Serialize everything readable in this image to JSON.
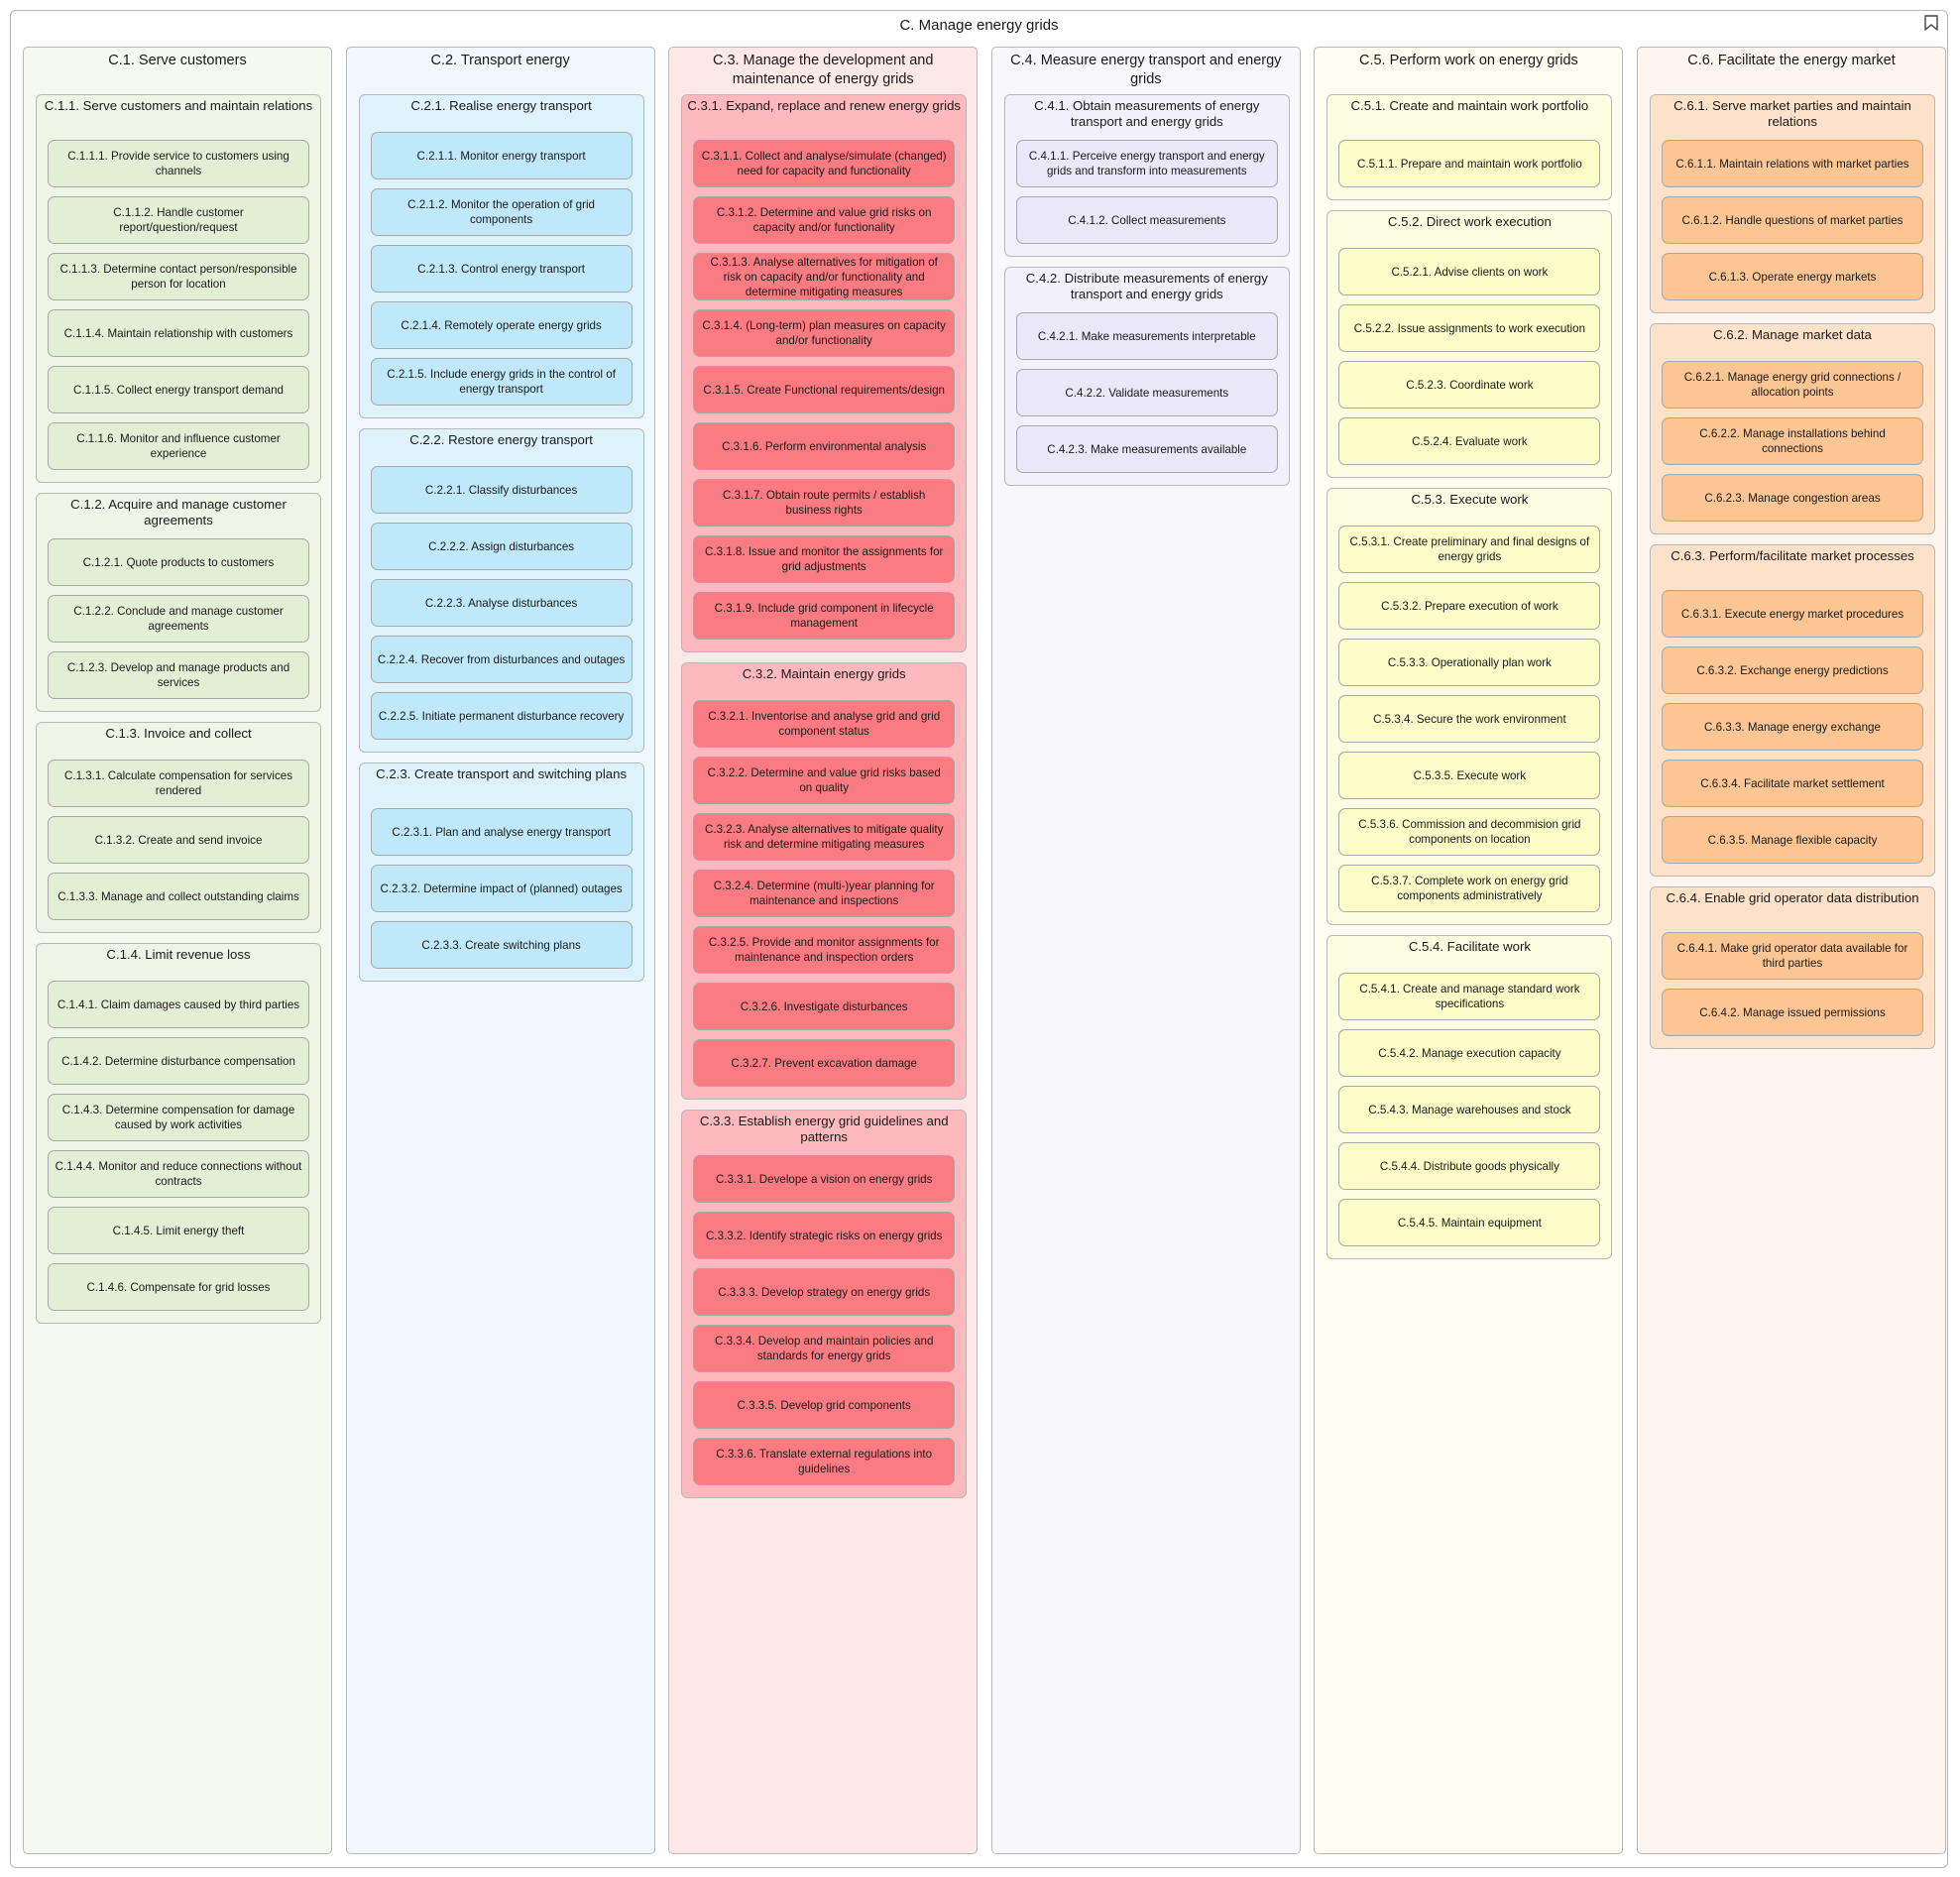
{
  "diagram": {
    "title": "C. Manage energy grids",
    "columns": [
      {
        "title": "C.1. Serve customers",
        "theme": "green",
        "groups": [
          {
            "title": "C.1.1. Serve customers and maintain relations",
            "items": [
              "C.1.1.1. Provide service to customers using channels",
              "C.1.1.2. Handle customer report/question/request",
              "C.1.1.3. Determine contact person/responsible person for location",
              "C.1.1.4. Maintain relationship with customers",
              "C.1.1.5. Collect energy transport demand",
              "C.1.1.6. Monitor and influence customer experience"
            ]
          },
          {
            "title": "C.1.2. Acquire and manage customer agreements",
            "items": [
              "C.1.2.1. Quote products to customers",
              "C.1.2.2. Conclude and manage customer agreements",
              "C.1.2.3. Develop and manage products and services"
            ]
          },
          {
            "title": "C.1.3. Invoice and collect",
            "items": [
              "C.1.3.1. Calculate compensation for services rendered",
              "C.1.3.2. Create and send invoice",
              "C.1.3.3. Manage and collect outstanding claims"
            ]
          },
          {
            "title": "C.1.4. Limit revenue loss",
            "items": [
              "C.1.4.1. Claim damages caused by third parties",
              "C.1.4.2. Determine disturbance compensation",
              "C.1.4.3. Determine compensation for damage caused by work activities",
              "C.1.4.4. Monitor and reduce connections without contracts",
              "C.1.4.5. Limit energy theft",
              "C.1.4.6. Compensate for grid losses"
            ]
          }
        ]
      },
      {
        "title": "C.2. Transport energy",
        "theme": "blue",
        "groups": [
          {
            "title": "C.2.1. Realise energy transport",
            "items": [
              "C.2.1.1. Monitor energy transport",
              "C.2.1.2. Monitor the operation of grid components",
              "C.2.1.3. Control energy transport",
              "C.2.1.4. Remotely operate energy grids",
              "C.2.1.5. Include energy grids in the control of energy transport"
            ]
          },
          {
            "title": "C.2.2. Restore energy transport",
            "items": [
              "C.2.2.1. Classify disturbances",
              "C.2.2.2. Assign disturbances",
              "C.2.2.3. Analyse disturbances",
              "C.2.2.4. Recover from disturbances and outages",
              "C.2.2.5. Initiate permanent disturbance recovery"
            ]
          },
          {
            "title": "C.2.3. Create transport and switching plans",
            "items": [
              "C.2.3.1. Plan and analyse energy transport",
              "C.2.3.2. Determine impact of (planned) outages",
              "C.2.3.3. Create switching plans"
            ]
          }
        ]
      },
      {
        "title": "C.3. Manage the development and maintenance of energy grids",
        "theme": "red",
        "groups": [
          {
            "title": "C.3.1. Expand, replace and renew energy grids",
            "items": [
              "C.3.1.1. Collect and analyse/simulate (changed) need for capacity and functionality",
              "C.3.1.2. Determine and value grid risks on capacity and/or functionality",
              "C.3.1.3. Analyse alternatives for mitigation of risk on capacity and/or functionality and determine mitigating measures",
              "C.3.1.4. (Long-term) plan measures on capacity and/or functionality",
              "C.3.1.5. Create Functional requirements/design",
              "C.3.1.6. Perform environmental analysis",
              "C.3.1.7. Obtain route permits / establish business rights",
              "C.3.1.8. Issue and monitor the assignments for grid adjustments",
              "C.3.1.9. Include grid component in lifecycle management"
            ]
          },
          {
            "title": "C.3.2. Maintain energy grids",
            "items": [
              "C.3.2.1. Inventorise and analyse grid and grid component status",
              "C.3.2.2. Determine and value grid risks based on quality",
              "C.3.2.3. Analyse alternatives to mitigate quality risk and determine mitigating measures",
              "C.3.2.4. Determine (multi-)year planning for maintenance and inspections",
              "C.3.2.5. Provide and monitor assignments for maintenance and inspection orders",
              "C.3.2.6. Investigate disturbances",
              "C.3.2.7. Prevent excavation damage"
            ]
          },
          {
            "title": "C.3.3. Establish energy grid guidelines and patterns",
            "items": [
              "C.3.3.1. Develope a vision on energy grids",
              "C.3.3.2. Identify strategic risks on energy grids",
              "C.3.3.3. Develop strategy on energy grids",
              "C.3.3.4. Develop and maintain policies and standards for energy grids",
              "C.3.3.5. Develop grid components",
              "C.3.3.6. Translate external regulations into guidelines"
            ]
          }
        ]
      },
      {
        "title": "C.4. Measure energy transport and energy grids",
        "theme": "lav",
        "groups": [
          {
            "title": "C.4.1. Obtain measurements of energy transport and energy grids",
            "items": [
              "C.4.1.1. Perceive energy transport and energy grids and transform into measurements",
              "C.4.1.2. Collect measurements"
            ]
          },
          {
            "title": "C.4.2. Distribute measurements of energy transport and energy grids",
            "items": [
              "C.4.2.1. Make measurements interpretable",
              "C.4.2.2. Validate measurements",
              "C.4.2.3. Make measurements available"
            ]
          }
        ]
      },
      {
        "title": "C.5. Perform work on energy grids",
        "theme": "yel",
        "groups": [
          {
            "title": "C.5.1. Create and maintain work portfolio",
            "items": [
              "C.5.1.1. Prepare and maintain work portfolio"
            ]
          },
          {
            "title": "C.5.2. Direct work execution",
            "items": [
              "C.5.2.1. Advise clients on work",
              "C.5.2.2. Issue assignments to work execution",
              "C.5.2.3. Coordinate work",
              "C.5.2.4. Evaluate work"
            ]
          },
          {
            "title": "C.5.3. Execute work",
            "items": [
              "C.5.3.1. Create preliminary and final designs of energy grids",
              "C.5.3.2. Prepare execution of work",
              "C.5.3.3. Operationally plan work",
              "C.5.3.4. Secure the work environment",
              "C.5.3.5. Execute work",
              "C.5.3.6. Commission and decommision grid components on location",
              "C.5.3.7. Complete work on energy grid components administratively"
            ]
          },
          {
            "title": "C.5.4. Facilitate work",
            "items": [
              "C.5.4.1. Create and manage standard work specifications",
              "C.5.4.2. Manage execution capacity",
              "C.5.4.3. Manage warehouses and stock",
              "C.5.4.4. Distribute goods physically",
              "C.5.4.5. Maintain equipment"
            ]
          }
        ]
      },
      {
        "title": "C.6. Facilitate the energy market",
        "theme": "ora",
        "groups": [
          {
            "title": "C.6.1. Serve market parties and maintain relations",
            "items": [
              "C.6.1.1. Maintain relations with market parties",
              "C.6.1.2. Handle questions of market parties",
              "C.6.1.3. Operate energy markets"
            ]
          },
          {
            "title": "C.6.2. Manage market data",
            "items": [
              "C.6.2.1. Manage energy grid connections / allocation points",
              "C.6.2.2. Manage installations behind connections",
              "C.6.2.3. Manage congestion areas"
            ]
          },
          {
            "title": "C.6.3. Perform/facilitate market processes",
            "items": [
              "C.6.3.1. Execute energy market procedures",
              "C.6.3.2. Exchange energy predictions",
              "C.6.3.3. Manage energy exchange",
              "C.6.3.4. Facilitate market settlement",
              "C.6.3.5. Manage flexible capacity"
            ]
          },
          {
            "title": "C.6.4. Enable grid operator data distribution",
            "items": [
              "C.6.4.1. Make grid operator data available for third parties",
              "C.6.4.2. Manage issued permissions"
            ]
          }
        ]
      }
    ]
  }
}
